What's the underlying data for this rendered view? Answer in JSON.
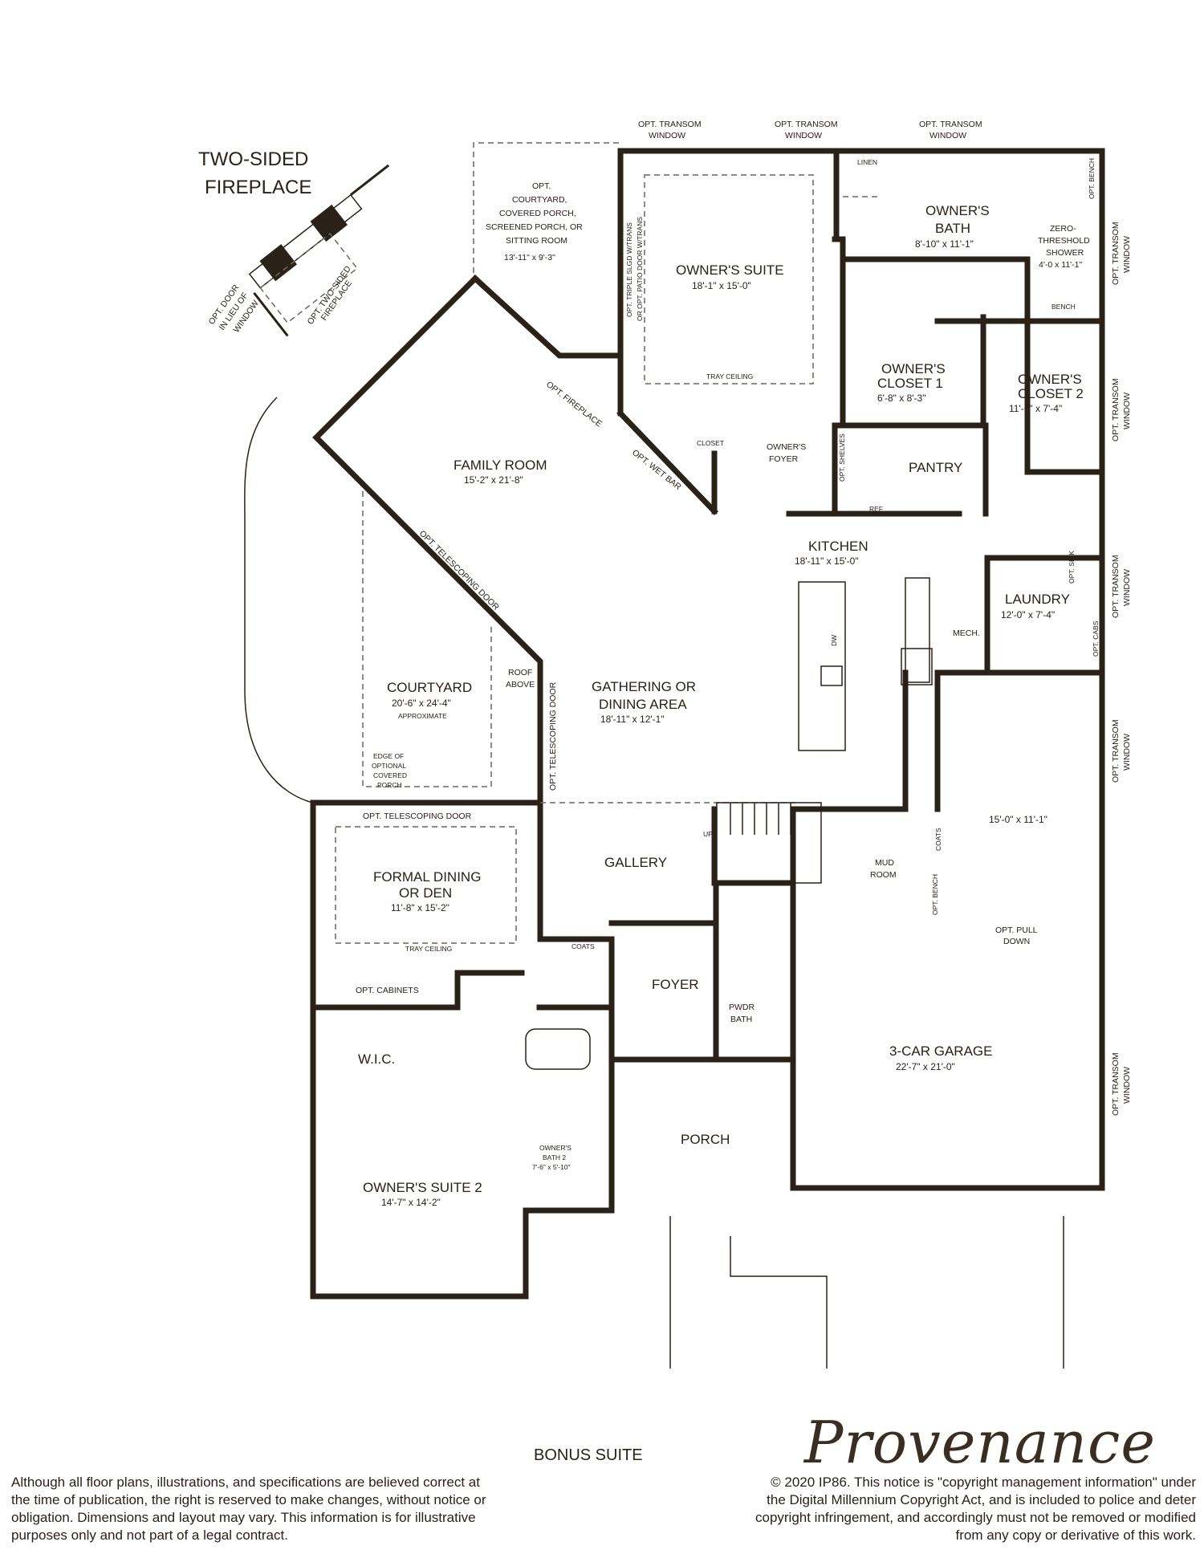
{
  "title": {
    "line1": "TWO-SIDED",
    "line2": "FIREPLACE"
  },
  "fireplace_labels": {
    "door_1": "OPT. DOOR",
    "door_2": "IN LIEU OF",
    "door_3": "WINDOW",
    "two_sided_1": "OPT. TWO-SIDED",
    "two_sided_2": "FIREPLACE"
  },
  "transom": {
    "line1": "OPT. TRANSOM",
    "line2": "WINDOW"
  },
  "rooms": {
    "courtyard_opt": {
      "l1": "OPT.",
      "l2": "COURTYARD,",
      "l3": "COVERED PORCH,",
      "l4": "SCREENED PORCH, OR",
      "l5": "SITTING ROOM",
      "dim": "13'-11\" x 9'-3\""
    },
    "triple_slgd": {
      "l1": "OPT. TRIPLE SLGD W/TRANS",
      "l2": "OR OPT. PATIO DOOR W/TRANS"
    },
    "owners_suite": {
      "name": "OWNER'S SUITE",
      "dim": "18'-1\" x 15'-0\"",
      "ceiling": "TRAY CEILING"
    },
    "linen": "LINEN",
    "opt_bench": "OPT. BENCH",
    "owners_bath": {
      "l1": "OWNER'S",
      "l2": "BATH",
      "dim": "8'-10\" x 11'-1\""
    },
    "shower": {
      "l1": "ZERO-",
      "l2": "THRESHOLD",
      "l3": "SHOWER",
      "dim": "4'-0 x 11'-1\""
    },
    "bench": "BENCH",
    "closet1": {
      "l1": "OWNER'S",
      "l2": "CLOSET 1",
      "dim": "6'-8\" x 8'-3\""
    },
    "closet2": {
      "l1": "OWNER'S",
      "l2": "CLOSET 2",
      "dim": "11'-6\" x 7'-4\""
    },
    "opt_fireplace": "OPT. FIREPLACE",
    "opt_wet_bar": "OPT. WET BAR",
    "closet": "CLOSET",
    "owners_foyer": {
      "l1": "OWNER'S",
      "l2": "FOYER"
    },
    "opt_shelves": "OPT. SHELVES",
    "pantry": "PANTRY",
    "ref": "REF",
    "family_room": {
      "name": "FAMILY ROOM",
      "dim": "15'-2\" x 21'-8\""
    },
    "kitchen": {
      "name": "KITCHEN",
      "dim": "18'-11\" x 15'-0\""
    },
    "dw": "DW",
    "opt_sink": "OPT. SINK",
    "laundry": {
      "name": "LAUNDRY",
      "dim": "12'-0\" x 7'-4\""
    },
    "mech": "MECH.",
    "opt_cabs": "OPT. CABS",
    "telescoping_door": "OPT. TELESCOPING DOOR",
    "roof_above": {
      "l1": "ROOF",
      "l2": "ABOVE"
    },
    "courtyard": {
      "name": "COURTYARD",
      "dim": "20'-6\" x 24'-4\"",
      "note": "APPROXIMATE"
    },
    "edge_porch": {
      "l1": "EDGE OF",
      "l2": "OPTIONAL",
      "l3": "COVERED",
      "l4": "PORCH"
    },
    "gathering": {
      "l1": "GATHERING OR",
      "l2": "DINING AREA",
      "dim": "18'-11\" x 12'-1\""
    },
    "garage_upper_dim": "15'-0\" x 11'-1\"",
    "formal_dining": {
      "l1": "FORMAL DINING",
      "l2": "OR DEN",
      "dim": "11'-8\" x 15'-2\"",
      "ceiling": "TRAY CEILING"
    },
    "gallery": "GALLERY",
    "up": "UP",
    "mud_room": {
      "l1": "MUD",
      "l2": "ROOM"
    },
    "coats": "COATS",
    "opt_bench2": "OPT. BENCH",
    "pull_down": {
      "l1": "OPT. PULL",
      "l2": "DOWN"
    },
    "opt_cabinets": "OPT. CABINETS",
    "foyer": "FOYER",
    "pwdr_bath": {
      "l1": "PWDR",
      "l2": "BATH"
    },
    "wic": "W.I.C.",
    "garage": {
      "name": "3-CAR GARAGE",
      "dim": "22'-7\" x 21'-0\""
    },
    "porch": "PORCH",
    "owners_bath2": {
      "l1": "OWNER'S",
      "l2": "BATH 2",
      "dim": "7'-6\" x 5'-10\""
    },
    "owners_suite2": {
      "name": "OWNER'S SUITE 2",
      "dim": "14'-7\" x 14'-2\""
    }
  },
  "footer": {
    "bonus_suite": "BONUS SUITE",
    "brand": "Provenance",
    "disclaimer_1": "Although all floor plans, illustrations, and specifications are believed correct at",
    "disclaimer_2": "the time of publication, the right is reserved to make changes, without notice or",
    "disclaimer_3": "obligation. Dimensions and layout may vary. This information is for illustrative",
    "disclaimer_4": "purposes only and not part of a legal contract.",
    "copyright_1": "© 2020 IP86.  This notice is \"copyright management information\" under",
    "copyright_2": "the Digital Millennium Copyright Act, and is included to police and deter",
    "copyright_3": "copyright infringement, and accordingly must not be removed or modified",
    "copyright_4": "from any copy or derivative of this work."
  }
}
